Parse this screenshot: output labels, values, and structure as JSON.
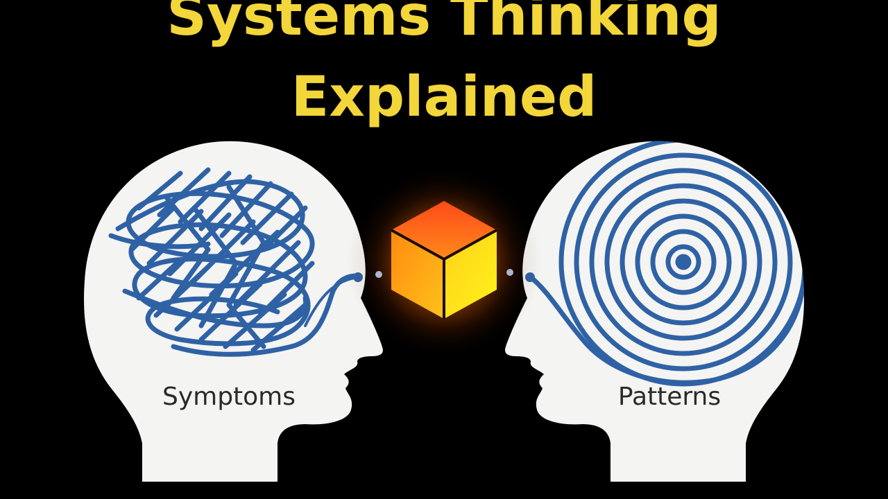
{
  "title": {
    "line1": "Systems Thinking",
    "line2": "Explained"
  },
  "left_head": {
    "label": "Symptoms",
    "icon": "tangled-scribble-icon"
  },
  "right_head": {
    "label": "Patterns",
    "icon": "spiral-icon"
  },
  "center": {
    "icon": "glowing-cube-icon"
  },
  "colors": {
    "background": "#000000",
    "title": "#f2d63a",
    "head": "#f4f4f2",
    "line": "#2f62a5",
    "cube_top": "#ff6a1a",
    "cube_left": "#ffa21a",
    "cube_right": "#ffdf10"
  }
}
